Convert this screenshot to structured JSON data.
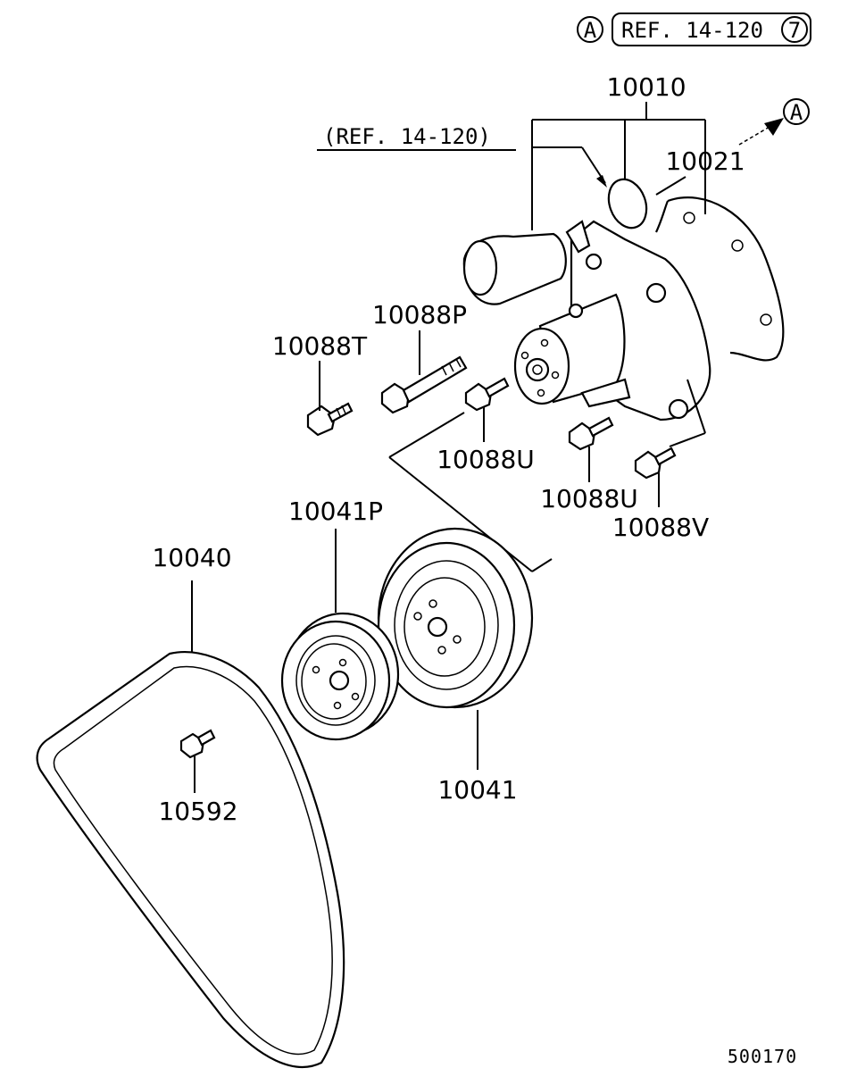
{
  "header": {
    "marker_a": "A",
    "ref_text": "REF. 14-120",
    "ref_circle_number": "7"
  },
  "callouts": {
    "water_pump": "10010",
    "gasket": "10021",
    "bolt_p": "10088P",
    "bolt_t": "10088T",
    "bolt_u_1": "10088U",
    "bolt_u_2": "10088U",
    "bolt_v": "10088V",
    "pump_pulley": "10041P",
    "belt": "10040",
    "crank_pulley": "10041",
    "bolt_belt": "10592"
  },
  "ref_note": "(REF. 14-120)",
  "arrow_marker": "A",
  "diagram_id": "500170"
}
